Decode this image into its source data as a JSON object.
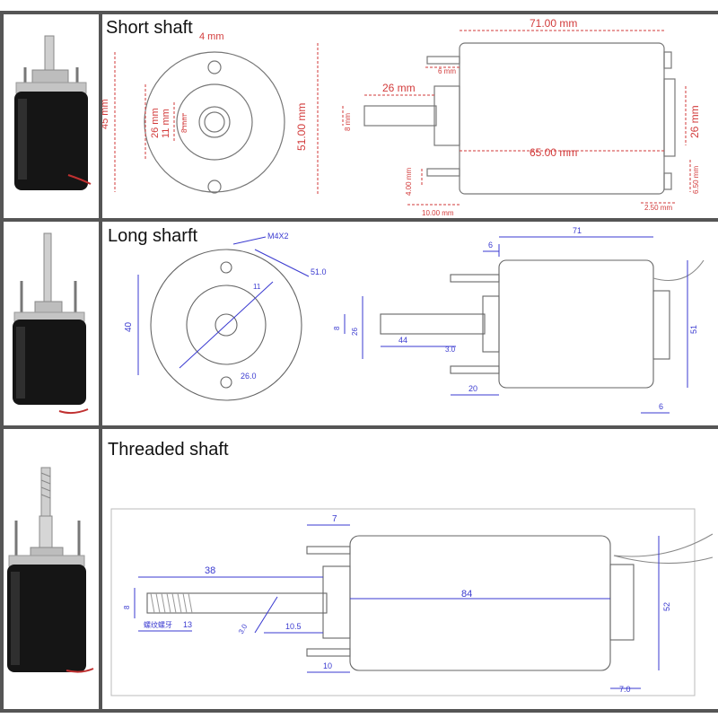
{
  "sections": [
    {
      "title": "Short shaft",
      "dims": {
        "hole": "4 mm",
        "height": "45 mm",
        "inner": "26 mm",
        "boss": "11 mm",
        "shaft_dia": "8 mm",
        "total_h": "51.00 mm",
        "length": "71.00 mm",
        "pin": "6 mm",
        "shaft_len": "26 mm",
        "shaft_d": "8 mm",
        "body_len": "65.00 mm",
        "right_d": "26 mm",
        "pin_w": "4.00 mm",
        "base": "10.00 mm",
        "gap": "6.50 mm",
        "tail": "2.50 mm"
      }
    },
    {
      "title": "Long sharft",
      "dims": {
        "thread": "M4X2",
        "outer": "51.0",
        "pcd": "26.0",
        "boss": "11",
        "height": "40",
        "length": "71",
        "pin": "6",
        "shaft_d": "8",
        "collar": "26",
        "shaft_len": "44",
        "flat": "3.0",
        "body_d": "51",
        "base": "20",
        "tail": "6"
      }
    },
    {
      "title": "Threaded shaft",
      "dims": {
        "top": "7",
        "shaft_len": "38",
        "body_len": "84",
        "thread_d": "8",
        "thread_len": "13",
        "thread_label": "螺纹螺牙",
        "flat": "3.0",
        "mid": "10.5",
        "base": "10",
        "body_d": "52",
        "tail": "7.0"
      }
    }
  ],
  "colors": {
    "dim_red": "#d23a3a",
    "dim_blue": "#3a3ad0",
    "line": "#555555"
  }
}
